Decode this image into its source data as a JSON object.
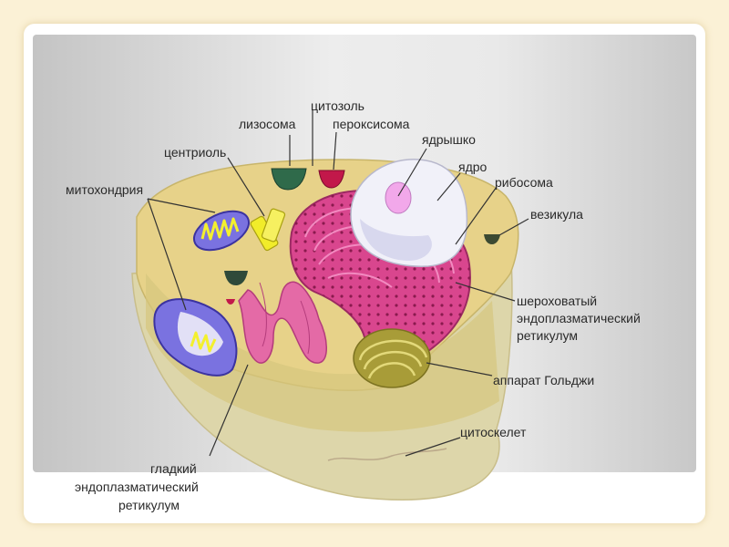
{
  "labels": {
    "lysosome": "лизосома",
    "cytosol": "цитозоль",
    "peroxisome": "пероксисома",
    "centriole": "центриоль",
    "nucleolus": "ядрышко",
    "nucleus": "ядро",
    "mitochondria": "митохондрия",
    "ribosome": "рибосома",
    "vesicle": "везикула",
    "rough_er_1": "шероховатый",
    "rough_er_2": "эндоплазматический",
    "rough_er_3": "ретикулум",
    "golgi": "аппарат Гольджи",
    "cytoskeleton": "цитоскелет",
    "smooth_er_1": "гладкий",
    "smooth_er_2": "эндоплазматический",
    "smooth_er_3": "ретикулум"
  },
  "colors": {
    "background": "#fbf1d6",
    "cytoplasm": "#e7d289",
    "membrane": "#ddd6aa",
    "rough_er": "#d9468e",
    "golgi": "#a89c38",
    "nucleus": "#f1f1f9",
    "nucleolus": "#f2a8ea",
    "mitochondria_outer": "#7a72e0",
    "mitochondria_inner": "#f3f02e",
    "lysosome": "#2f6a4a",
    "peroxisome": "#c2184a"
  }
}
